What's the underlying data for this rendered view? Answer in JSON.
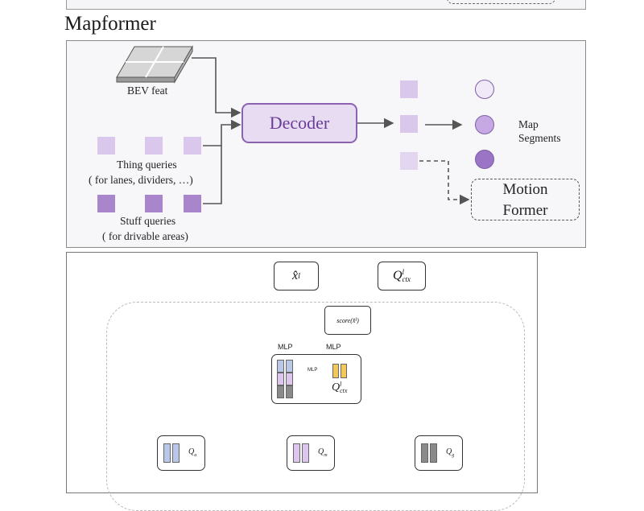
{
  "title": "Mapformer",
  "mapformer": {
    "bev_label": "BEV feat",
    "decoder_label": "Decoder",
    "thing_label_line1": "Thing queries",
    "thing_label_line2": "( for lanes, dividers, …)",
    "stuff_label_line1": "Stuff queries",
    "stuff_label_line2": "( for drivable areas)",
    "map_segments_line1": "Map",
    "map_segments_line2": "Segments",
    "motion_line1": "Motion",
    "motion_line2": "Former"
  },
  "detail": {
    "output_x": "x̂",
    "output_x_sup": "l",
    "output_q": "Q",
    "output_q_sup": "l",
    "output_q_sub": "ctx",
    "score_label": "score(x̂",
    "score_sup": "l",
    "score_close": ")",
    "mlp_left": "MLP",
    "mlp_right": "MLP",
    "mlp_inner": "MLP",
    "center_q": "Q",
    "center_q_sup": "l",
    "center_q_sub": "ctx",
    "qa": "Q",
    "qa_sub": "a",
    "qm": "Q",
    "qm_sub": "m",
    "qg": "Q",
    "qg_sub": "g"
  },
  "colors": {
    "decoder_fill": "#e7dcf2",
    "decoder_border": "#8b62b0",
    "thing_query": "#d9c8ec",
    "stuff_query": "#a985cc",
    "qa_bar": "#b9c8e8",
    "qm_bar": "#ddc6ee",
    "qg_bar": "#8a8a8a",
    "ctx_bar": "#f2c85a"
  }
}
